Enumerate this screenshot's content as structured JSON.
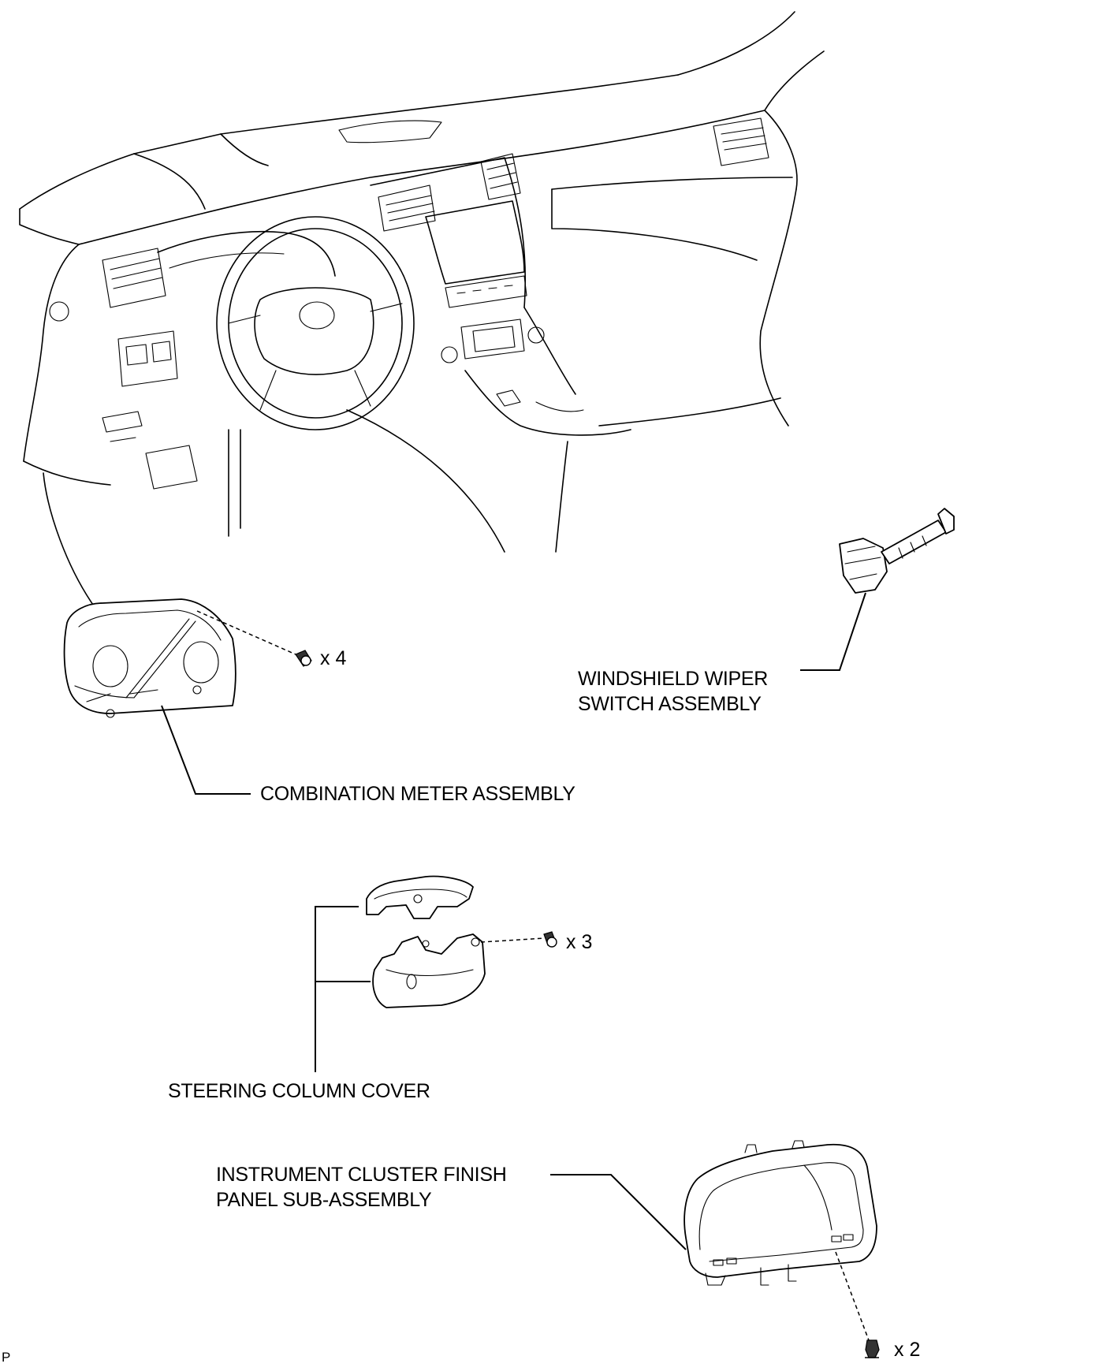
{
  "labels": {
    "combination_meter": "COMBINATION METER ASSEMBLY",
    "wiper_line1": "WINDSHIELD WIPER",
    "wiper_line2": "SWITCH ASSEMBLY",
    "steering_cover": "STEERING COLUMN COVER",
    "cluster_line1": "INSTRUMENT CLUSTER FINISH",
    "cluster_line2": "PANEL SUB-ASSEMBLY"
  },
  "quantities": {
    "meter_screws": "x 4",
    "cover_screws": "x 3",
    "panel_clips": "x 2"
  },
  "corner_mark": "P"
}
